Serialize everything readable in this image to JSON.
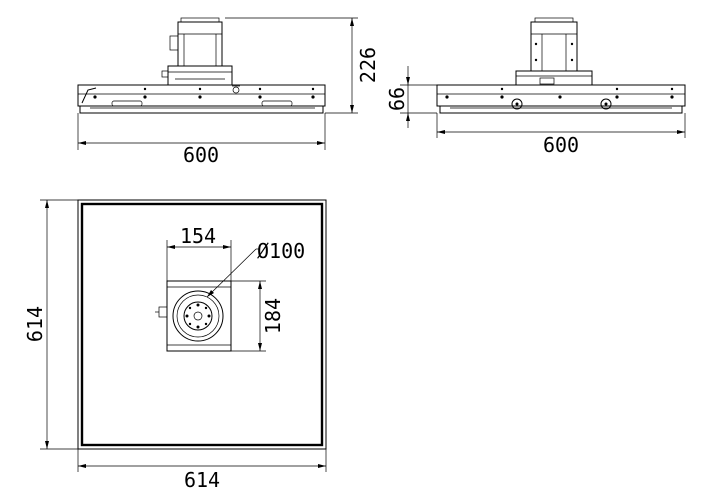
{
  "front_view": {
    "width_dim": "600",
    "height_dim": "226"
  },
  "side_view": {
    "width_dim": "600",
    "height_dim": "66"
  },
  "top_view": {
    "width_dim": "614",
    "height_dim": "614",
    "module_width_dim": "154",
    "module_height_dim": "184",
    "hole_diameter_dim": "Ø100"
  }
}
